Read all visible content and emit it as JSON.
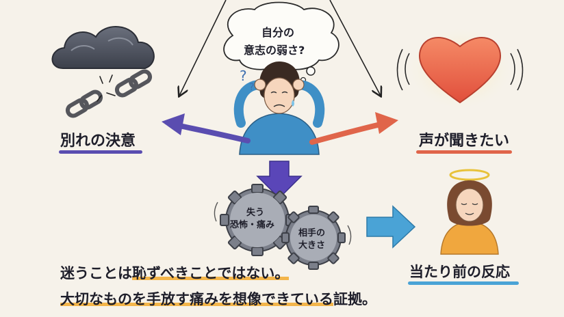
{
  "thought_bubble": {
    "line1": "自分の",
    "line2": "意志の弱さ?"
  },
  "left": {
    "label": "別れの決意",
    "underline_color": "#5a4db0"
  },
  "right": {
    "label": "声が聞きたい",
    "underline_color": "#e0654a"
  },
  "gears": {
    "gear1_line1": "失う",
    "gear1_line2": "恐怖・痛み",
    "gear2_line1": "相手の",
    "gear2_line2": "大きさ"
  },
  "result": {
    "label": "当たり前の反応",
    "underline_color": "#4aa3d6"
  },
  "caption": {
    "line1_part1": "迷うことは",
    "line1_part2": "恥ずべきことではない。",
    "line2_part1": "大切なものを",
    "line2_part2": "手放す痛みを想像できている",
    "line2_part3": "証拠。"
  },
  "colors": {
    "left_arrow": "#5a4db0",
    "right_arrow": "#e0654a",
    "down_arrow": "#5a46b8",
    "result_arrow": "#4aa3d6",
    "heart": "#ef6a4f",
    "cloud": "#4b4f5c",
    "gear": "#7b7f8a",
    "highlight": "#f3b54a"
  }
}
